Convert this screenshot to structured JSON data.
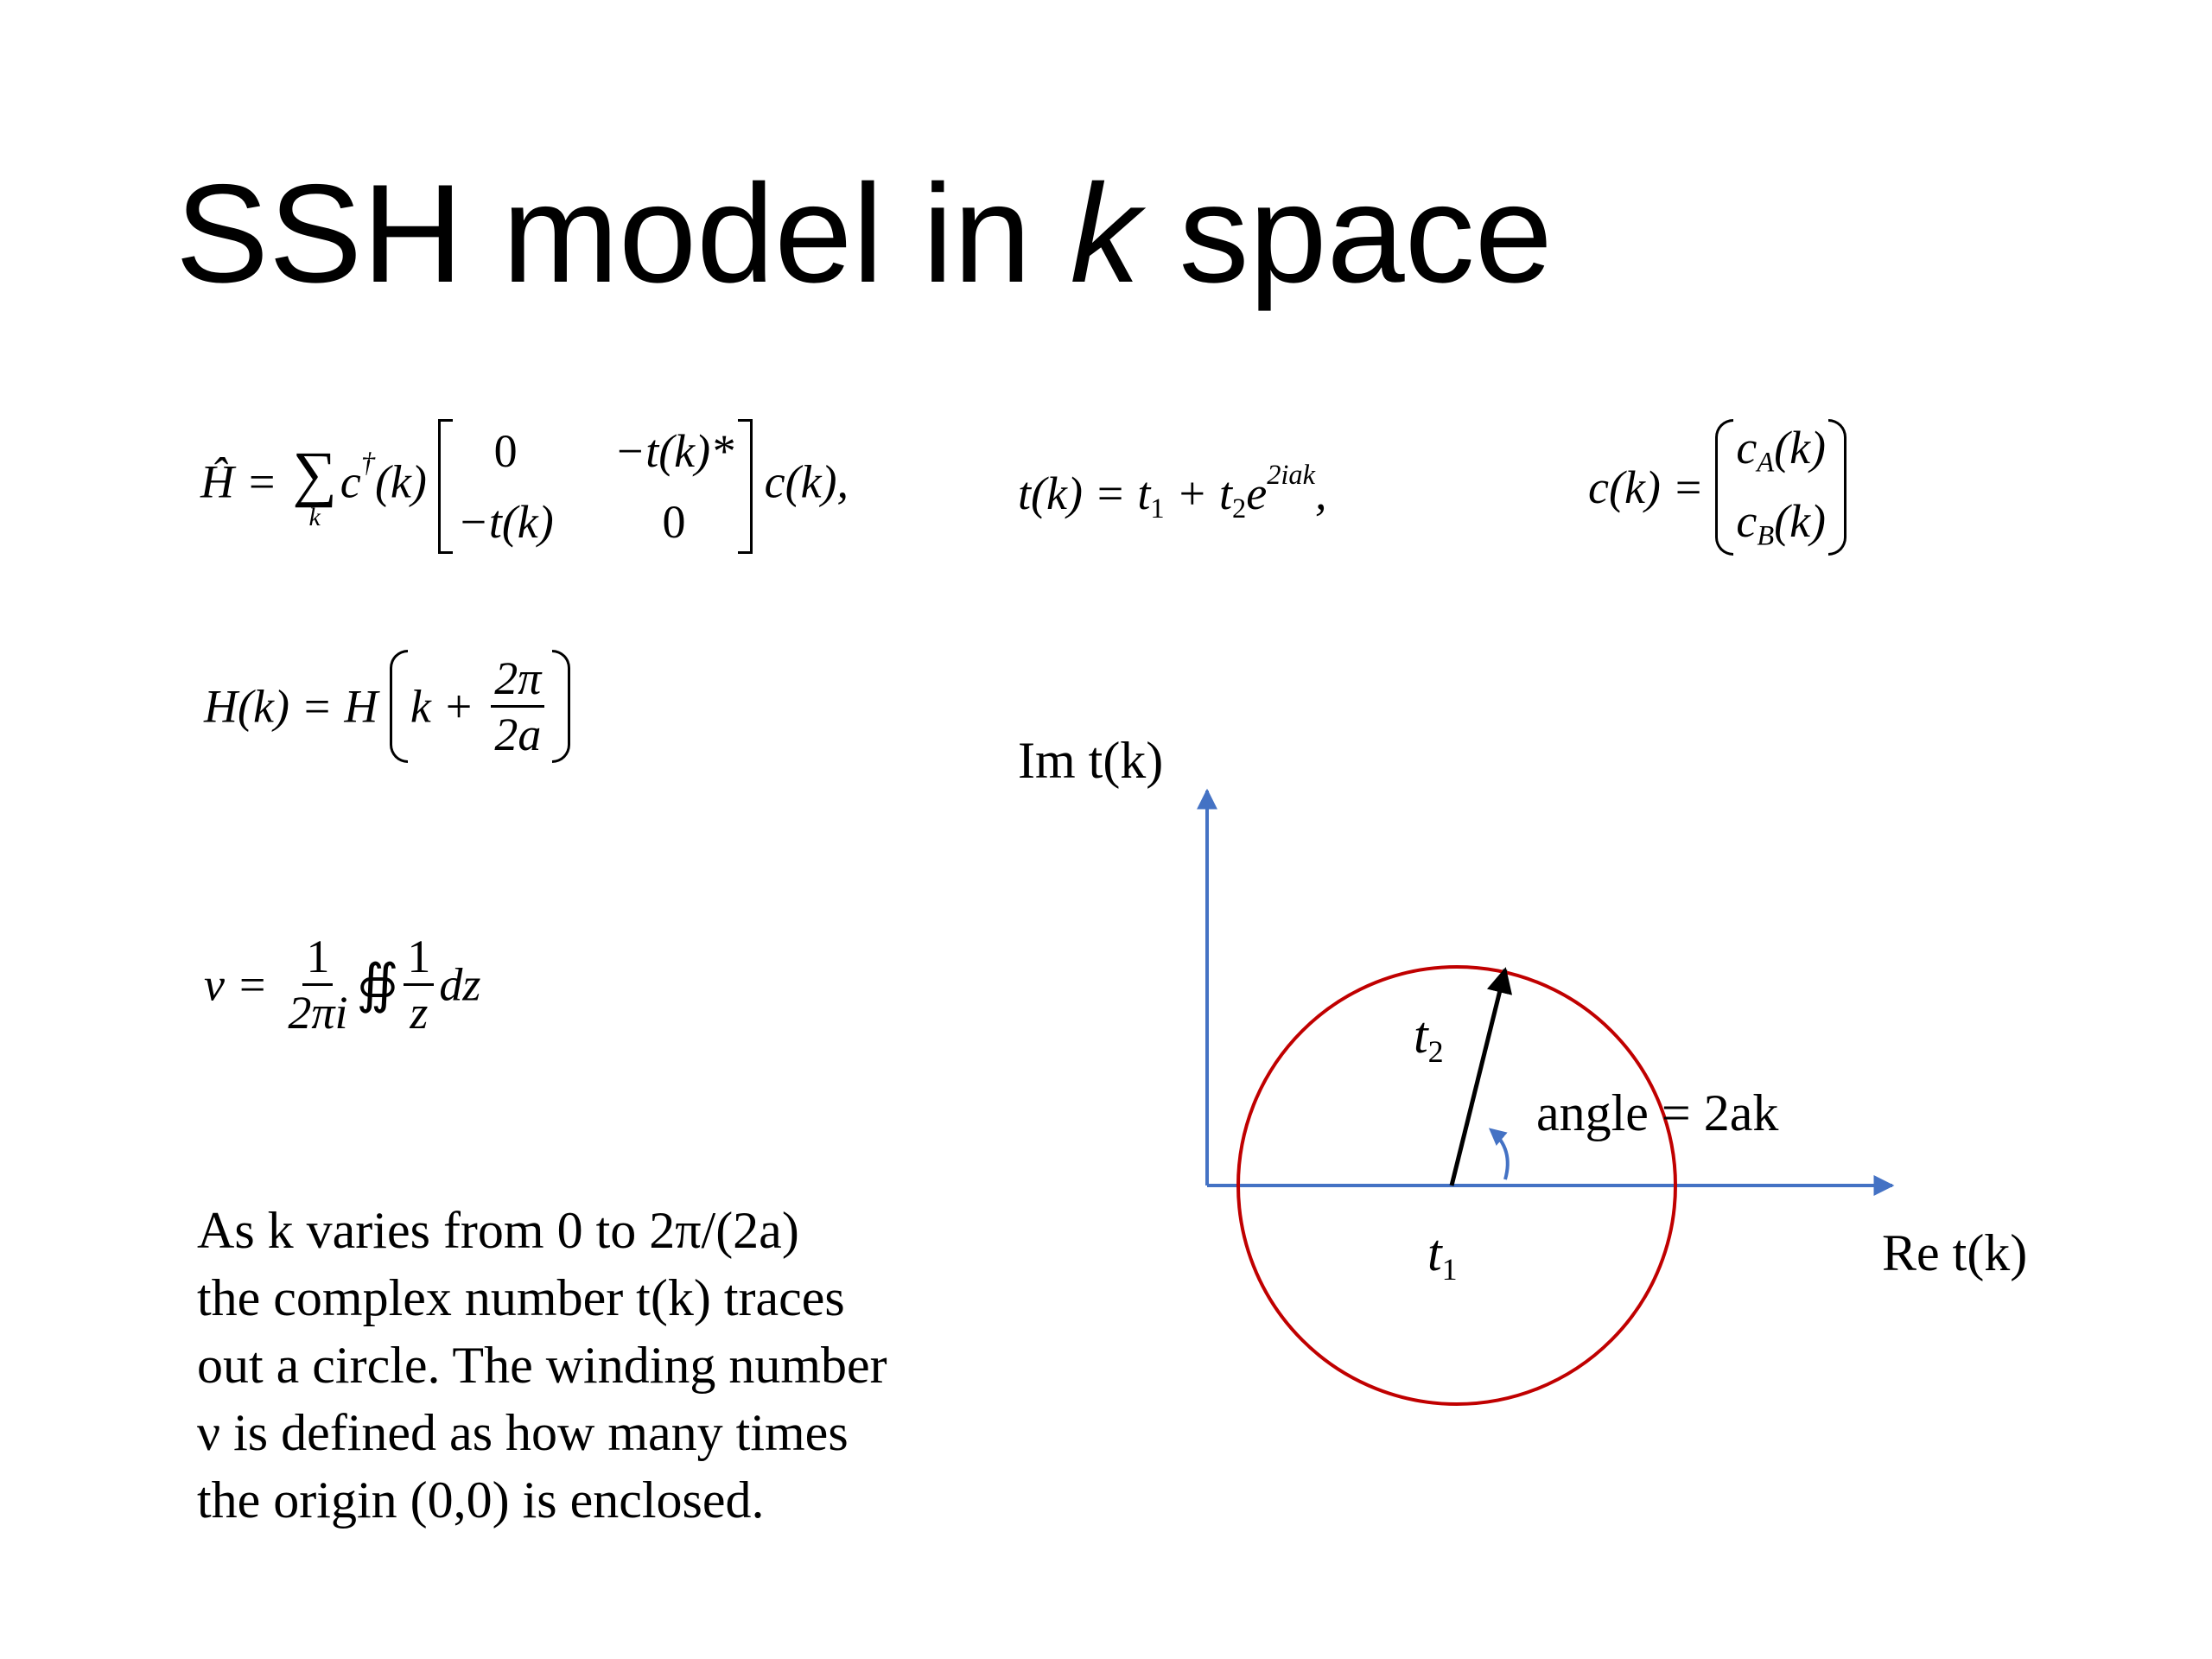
{
  "title": {
    "before": "SSH model in ",
    "italic": "k",
    "after": " space"
  },
  "equations": {
    "hamiltonian": {
      "lhs": "Ĥ =",
      "sum": "∑",
      "sum_index": "k",
      "creation": "c",
      "dagger": "†",
      "arg": "(k)",
      "matrix": [
        "0",
        "−t(k)*",
        "−t(k)",
        "0"
      ],
      "rhs": "c(k),"
    },
    "hopping": {
      "lhs": "t(k) = t",
      "t1_sub": "1",
      "plus": " + t",
      "t2_sub": "2",
      "e": "e",
      "exp": "2iak",
      "end": ","
    },
    "spinor": {
      "lhs": "c(k) =",
      "top": "c",
      "top_sub": "A",
      "top_arg": "(k)",
      "bottom": "c",
      "bottom_sub": "B",
      "bottom_arg": "(k)"
    },
    "periodicity": {
      "lhs": "H(k) = H",
      "k_plus": "k +",
      "num": "2π",
      "den": "2a"
    },
    "winding": {
      "lhs": "ν =",
      "num1": "1",
      "den1": "2πi",
      "integral": "∯",
      "num2": "1",
      "den2": "z",
      "dz": "dz"
    }
  },
  "description_lines": [
    "As k varies from 0 to 2π/(2a)",
    "the complex number t(k) traces",
    "out a circle.  The winding number",
    "ν is defined as how many times",
    "the origin (0,0) is enclosed."
  ],
  "diagram": {
    "im_label": "Im t(k)",
    "re_label": "Re t(k)",
    "t1_label": "t",
    "t1_sub": "1",
    "t2_label": "t",
    "t2_sub": "2",
    "angle_label": "angle = 2ak",
    "axis_color": "#4472C4",
    "circle_color": "#C00000",
    "vector_color": "#000000"
  }
}
